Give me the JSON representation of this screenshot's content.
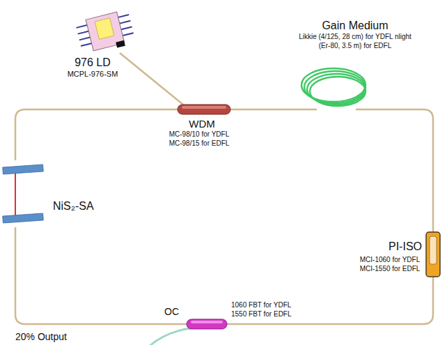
{
  "diagram": {
    "nodes": [
      {
        "text": [
          "976 LD",
          "MCPL-976-SM"
        ]
      },
      {
        "text": [
          "WDM",
          "MC-98/10 for YDFL MC-98/15 for EDFL"
        ]
      },
      {
        "text": [
          "Gain Medium",
          "Likkie (4/125, 28 cm) for YDFL nlight (Er-80, 3.5 m) for EDFL"
        ]
      },
      {
        "text": [
          "PI-ISO",
          "MCI-1060 for YDFL MCI-1550 for EDFL"
        ]
      },
      {
        "text": [
          "OC",
          "1060 FBT for YDFL 1550 FBT for EDFL"
        ]
      },
      {
        "text": [
          "NiS₂-SA"
        ]
      }
    ],
    "edges": [
      {
        "from": 0,
        "to": 1,
        "arrow": "none"
      },
      {
        "from": 1,
        "to": 2,
        "arrow": "none"
      },
      {
        "from": 2,
        "to": 3,
        "arrow": "none"
      },
      {
        "from": 3,
        "to": 4,
        "arrow": "none"
      },
      {
        "from": 4,
        "to": 5,
        "arrow": "none"
      },
      {
        "from": 5,
        "to": 1,
        "arrow": "none"
      }
    ],
    "labels": [
      "20% Output"
    ]
  }
}
